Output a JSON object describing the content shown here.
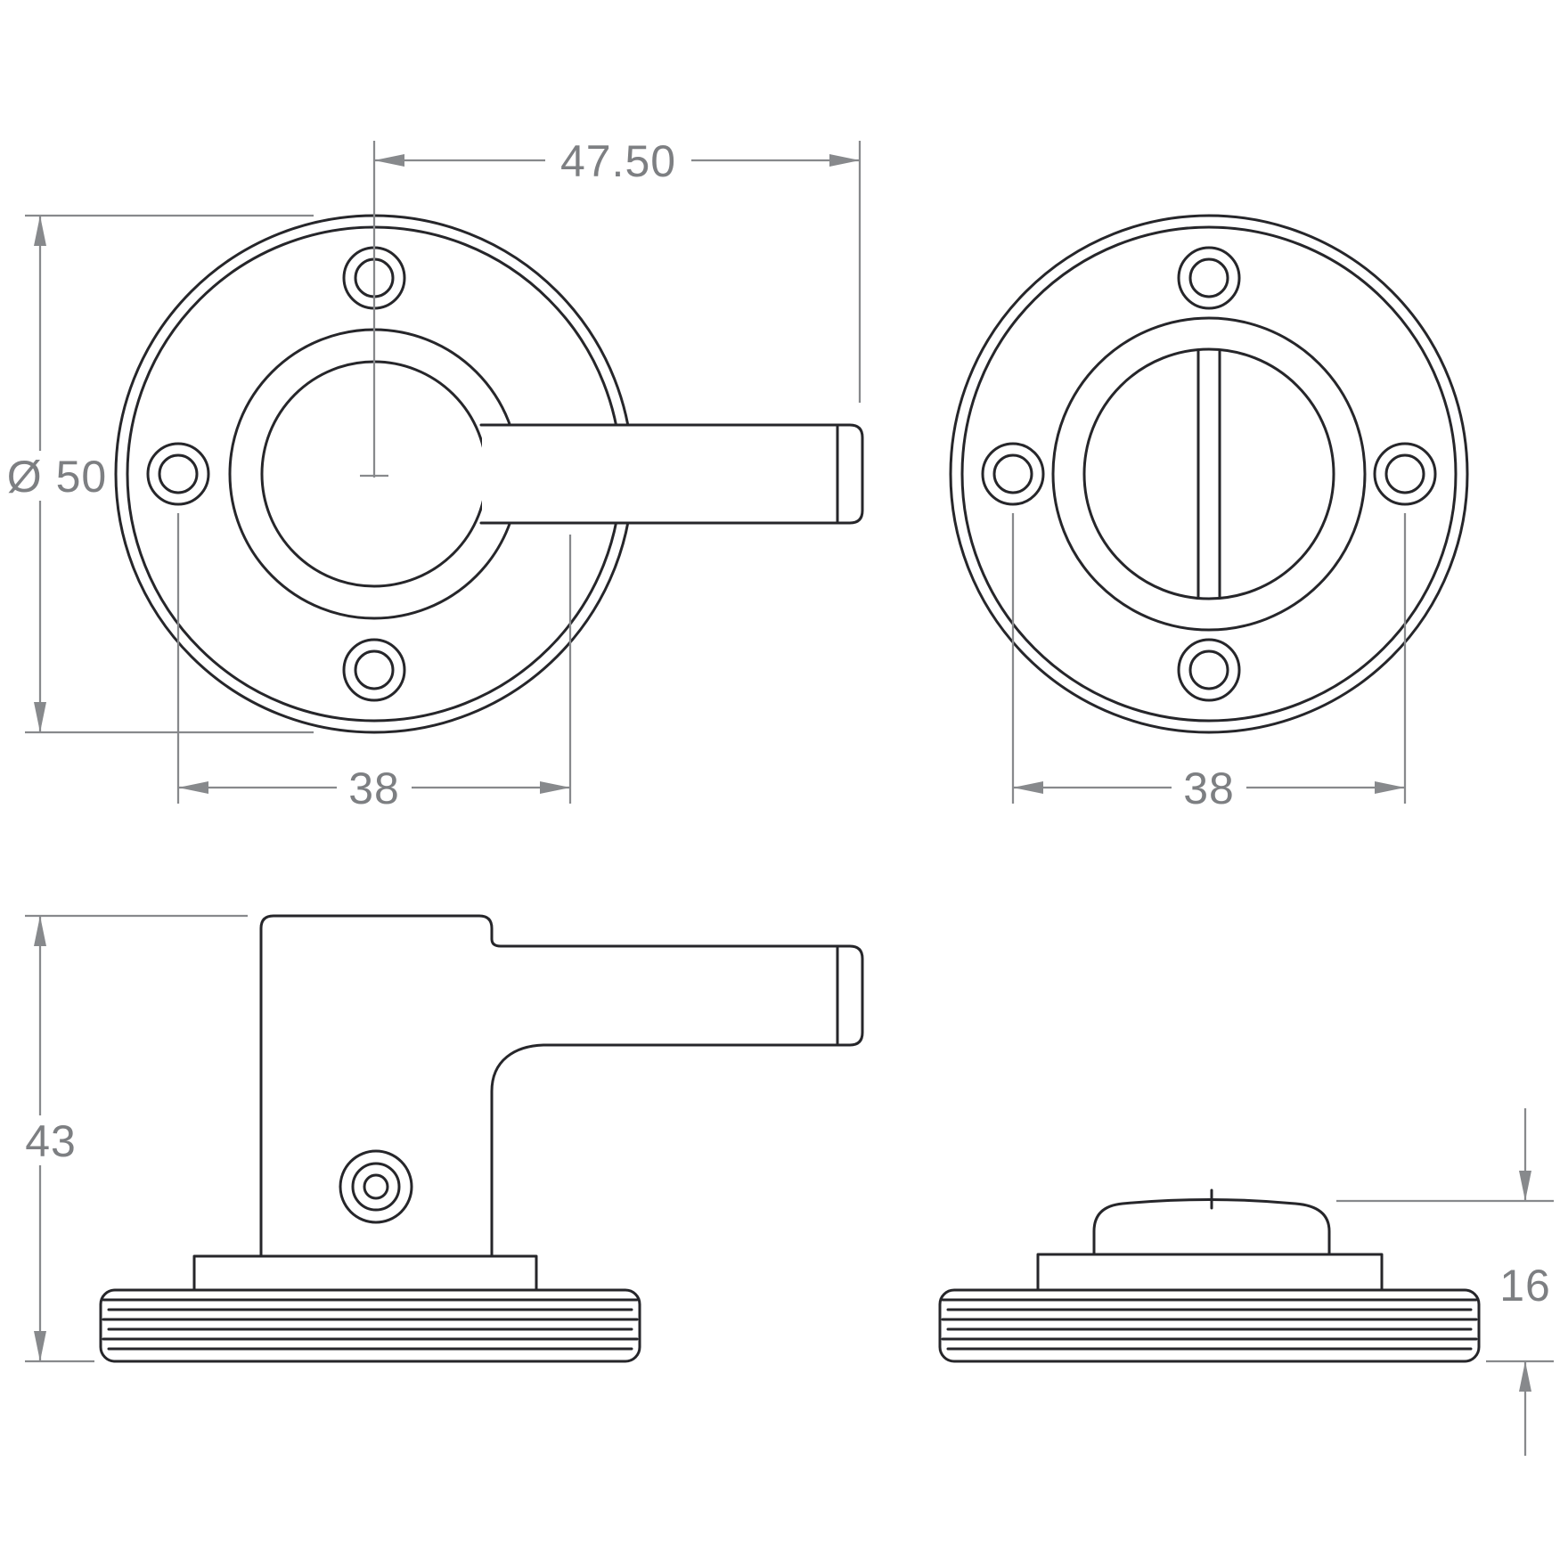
{
  "drawing": {
    "background_color": "#ffffff",
    "object_line_color": "#26262a",
    "dimension_line_color": "#87898c",
    "dimension_text_color": "#7d7f82",
    "views": {
      "front_lever": {
        "dims": {
          "lever_length": "47.50",
          "rose_diameter": "Ø 50",
          "fixing_pcd": "38"
        }
      },
      "front_turn": {
        "dims": {
          "fixing_pcd": "38"
        }
      },
      "side_lever": {
        "dims": {
          "overall_height": "43"
        }
      },
      "side_turn": {
        "dims": {
          "projection": "16"
        }
      }
    }
  }
}
